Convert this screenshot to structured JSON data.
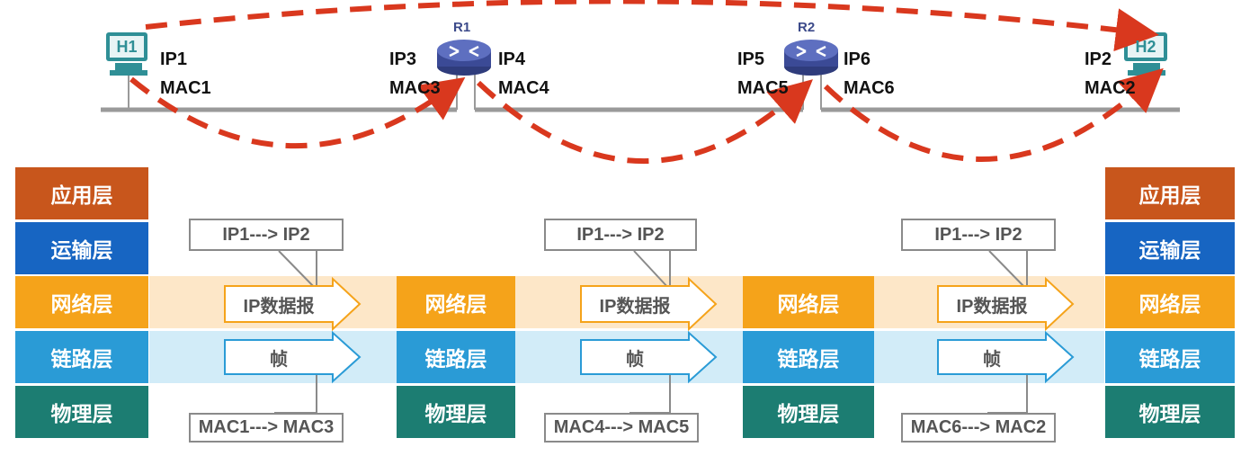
{
  "hosts": {
    "h1": {
      "tag": "H1",
      "ip": "IP1",
      "mac": "MAC1"
    },
    "h2": {
      "tag": "H2",
      "ip": "IP2",
      "mac": "MAC2"
    }
  },
  "routers": {
    "r1": {
      "tag": "R1",
      "left_ip": "IP3",
      "left_mac": "MAC3",
      "right_ip": "IP4",
      "right_mac": "MAC4"
    },
    "r2": {
      "tag": "R2",
      "left_ip": "IP5",
      "left_mac": "MAC5",
      "right_ip": "IP6",
      "right_mac": "MAC6"
    }
  },
  "layers": {
    "app": "应用层",
    "transport": "运输层",
    "network": "网络层",
    "link": "链路层",
    "physical": "物理层"
  },
  "segments": [
    {
      "packet": "IP数据报",
      "frame": "帧",
      "ip_callout": "IP1---> IP2",
      "mac_callout": "MAC1---> MAC3"
    },
    {
      "packet": "IP数据报",
      "frame": "帧",
      "ip_callout": "IP1---> IP2",
      "mac_callout": "MAC4---> MAC5"
    },
    {
      "packet": "IP数据报",
      "frame": "帧",
      "ip_callout": "IP1---> IP2",
      "mac_callout": "MAC6---> MAC2"
    }
  ],
  "colors": {
    "app": "#c8561c",
    "transport": "#1765c2",
    "network": "#f5a31a",
    "link": "#2a9bd6",
    "physical": "#1c7d72",
    "network_band": "#fde7c8",
    "link_band": "#d2ecf8",
    "dashed_path": "#d9381e",
    "packet_stroke": "#f5a31a",
    "frame_stroke": "#2a9bd6",
    "router": "#4a5aa8",
    "host": "#2f8f96"
  }
}
